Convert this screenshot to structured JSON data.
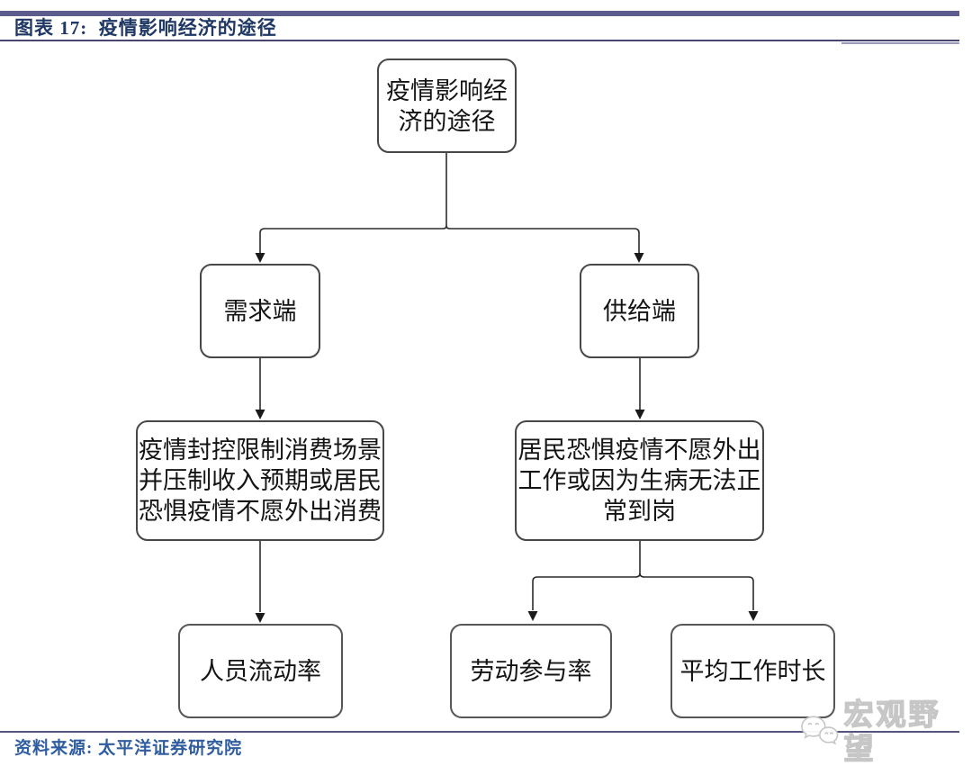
{
  "header": {
    "title": "图表 17:  疫情影响经济的途径"
  },
  "flowchart": {
    "nodes": {
      "root": {
        "label": "疫情影响经\n济的途径"
      },
      "demand": {
        "label": "需求端"
      },
      "supply": {
        "label": "供给端"
      },
      "demand_detail": {
        "label": "疫情封控限制消费场景\n并压制收入预期或居民\n恐惧疫情不愿外出消费"
      },
      "supply_detail": {
        "label": "居民恐惧疫情不愿外出\n工作或因为生病无法正\n常到岗"
      },
      "mobility": {
        "label": "人员流动率"
      },
      "participation": {
        "label": "劳动参与率"
      },
      "hours": {
        "label": "平均工作时长"
      }
    },
    "edges": [
      {
        "from": "root",
        "to": "demand"
      },
      {
        "from": "root",
        "to": "supply"
      },
      {
        "from": "demand",
        "to": "demand_detail"
      },
      {
        "from": "supply",
        "to": "supply_detail"
      },
      {
        "from": "demand_detail",
        "to": "mobility"
      },
      {
        "from": "supply_detail",
        "to": "participation"
      },
      {
        "from": "supply_detail",
        "to": "hours"
      }
    ]
  },
  "footer": {
    "source": "资料来源: 太平洋证券研究院"
  },
  "watermark": {
    "text": "宏观野望",
    "icon": "wechat-icon"
  },
  "colors": {
    "title_text": "#1f3864",
    "source_text": "#2f5da0",
    "top_bar": "#5c5c8e",
    "title_rule": "#46466e",
    "bottom_rule": "#54547e",
    "node_border": "#474747",
    "node_text": "#141414",
    "connector": "#2b2b2b",
    "watermark_gray": "#c6c6c6"
  }
}
